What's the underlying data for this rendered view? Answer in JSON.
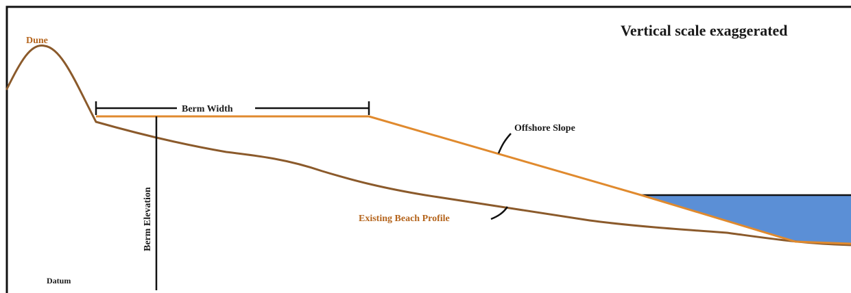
{
  "diagram": {
    "title": "Vertical scale exaggerated",
    "labels": {
      "dune": "Dune",
      "berm_width": "Berm Width",
      "offshore_slope": "Offshore Slope",
      "existing_beach_profile": "Existing Beach Profile",
      "berm_elevation": "Berm Elevation",
      "datum": "Datum"
    },
    "colors": {
      "existing_profile": "#8B5A2B",
      "design_profile": "#E08A2E",
      "water": "#5B8FD6",
      "dune_label": "#B5651D",
      "existing_label": "#B5651D",
      "frame": "#111111"
    }
  }
}
